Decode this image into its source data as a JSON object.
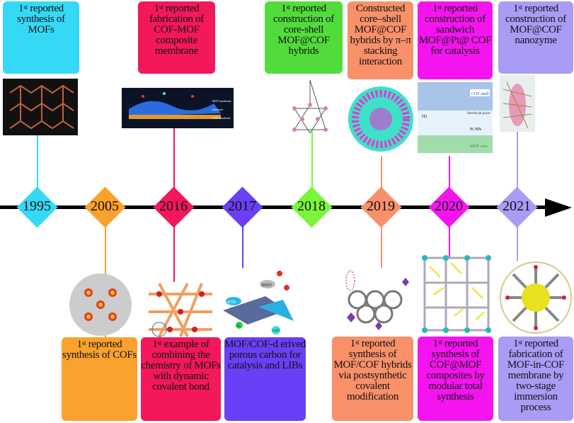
{
  "years": [
    {
      "year": "1995",
      "color": "#35d9f5"
    },
    {
      "year": "2005",
      "color": "#fba12e"
    },
    {
      "year": "2016",
      "color": "#f2185a"
    },
    {
      "year": "2017",
      "color": "#6a3ff5"
    },
    {
      "year": "2018",
      "color": "#7af53a"
    },
    {
      "year": "2019",
      "color": "#f8906a"
    },
    {
      "year": "2020",
      "color": "#f514f0"
    },
    {
      "year": "2021",
      "color": "#a99cf5"
    }
  ],
  "top": [
    {
      "sup": "st",
      "pre": "1",
      "text": "reported synthesis of MOFs",
      "color": "#35d9f5"
    },
    {
      "sup": "st",
      "pre": "1",
      "text": "reported fabrication of COF-MOF composite membrane",
      "color": "#f2185a"
    },
    {
      "sup": "st",
      "pre": "1",
      "text": "reported construction of core-shell MOF@COF hybrids",
      "color": "#52dc3c"
    },
    {
      "sup": "",
      "pre": "",
      "text": "Constructed core–shell MOF@COF hybrids by π–π stacking interaction",
      "color": "#f8906a"
    },
    {
      "sup": "st",
      "pre": "1",
      "text": "reported construction of sandwich MOF@Pt@ COF for catalysis",
      "color": "#f514f0"
    },
    {
      "sup": "st",
      "pre": "1",
      "text": "reported construction of MOF@COF nanozyme",
      "color": "#a99cf5"
    }
  ],
  "bottom": [
    {
      "sup": "st",
      "pre": "1",
      "text": "reported synthesis of COFs",
      "color": "#fba12e"
    },
    {
      "sup": "st",
      "pre": "1",
      "text": "example of combining the chemistry of MOFs with dynamic covalent bond",
      "color": "#f2185a"
    },
    {
      "sup": "",
      "pre": "",
      "text": "MOF/COF-d erived porous carbon for catalysis and LIBs",
      "color": "#6a3ff5"
    },
    {
      "sup": "st",
      "pre": "1",
      "text": "reported synthesis of MOF/COF hybrids via postsynthetic covalent modification",
      "color": "#f8906a"
    },
    {
      "sup": "st",
      "pre": "1",
      "text": "reported synthesis of COF@MOF composites by modular total synthesis",
      "color": "#f514f0"
    },
    {
      "sup": "st",
      "pre": "1",
      "text": "reported fabrication of MOF-in-COF membrane by two-stage immersion process",
      "color": "#a99cf5"
    }
  ],
  "image_labels": {
    "membrane_mof": "MOF membrane",
    "membrane_interlayer": "Interlayer",
    "membrane_cof": "COF membrane",
    "cof_shell": "COF shell",
    "mof_core": "MOF core",
    "pt_nps": "Pt NPs",
    "interfacial": "Interfacial pores",
    "h2": "H2",
    "oh": "4OH-",
    "h2o": "2H2O",
    "li": "Li",
    "li2o": "Li2O"
  }
}
